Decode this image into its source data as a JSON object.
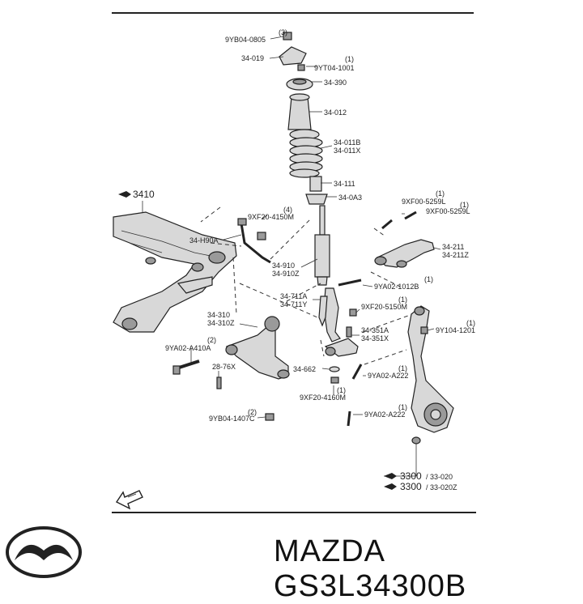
{
  "brand": {
    "name": "MAZDA",
    "part_number": "GS3L34300B",
    "logo_icon": "mazda-logo-icon"
  },
  "callouts": {
    "c_9YB04_0805": "9YB04-0805",
    "c_9YB04_0805_qty": "(3)",
    "c_34_019": "34-019",
    "c_9YT04_1001": "9YT04-1001",
    "c_9YT04_1001_qty": "(1)",
    "c_34_390": "34-390",
    "c_34_012": "34-012",
    "c_34_011B": "34-011B",
    "c_34_011X": "34-011X",
    "c_34_111": "34-111",
    "c_34_0A3": "34-0A3",
    "c_3410": "3410",
    "c_9XF20_4150M": "9XF20-4150M",
    "c_9XF20_4150M_qty": "(4)",
    "c_34_H90A": "34-H90A",
    "c_34_910": "34-910",
    "c_34_910Z": "34-910Z",
    "c_9XF00_5259L_a": "9XF00-5259L",
    "c_9XF00_5259L_a_qty": "(1)",
    "c_9XF00_5259L_b": "9XF00-5259L",
    "c_9XF00_5259L_b_qty": "(1)",
    "c_34_211": "34-211",
    "c_34_211Z": "34-211Z",
    "c_9YA02_1012B": "9YA02-1012B",
    "c_9YA02_1012B_qty": "(1)",
    "c_34_711A": "34-711A",
    "c_34_711Y": "34-711Y",
    "c_9XF20_5150M": "9XF20-5150M",
    "c_9XF20_5150M_qty": "(1)",
    "c_9Y104_1201": "9Y104-1201",
    "c_9Y104_1201_qty": "(1)",
    "c_34_310": "34-310",
    "c_34_310Z": "34-310Z",
    "c_9YA02_A410A": "9YA02-A410A",
    "c_9YA02_A410A_qty": "(2)",
    "c_34_351A": "34-351A",
    "c_34_351X": "34-351X",
    "c_28_76X": "28-76X",
    "c_34_662": "34-662",
    "c_9YA02_A222_a": "9YA02-A222",
    "c_9YA02_A222_a_qty": "(1)",
    "c_9XF20_4160M": "9XF20-4160M",
    "c_9XF20_4160M_qty": "(1)",
    "c_9YB04_1407C": "9YB04-1407C",
    "c_9YB04_1407C_qty": "(2)",
    "c_9YA02_A222_b": "9YA02-A222",
    "c_9YA02_A222_b_qty": "(1)",
    "c_3300_a": "3300",
    "c_33_020": "/ 33-020",
    "c_3300_b": "3300",
    "c_33_020Z": "/ 33-020Z"
  },
  "icons": {
    "front_arrow": "front-direction-arrow-icon",
    "ref_pointer": "reference-pointer-icon"
  }
}
